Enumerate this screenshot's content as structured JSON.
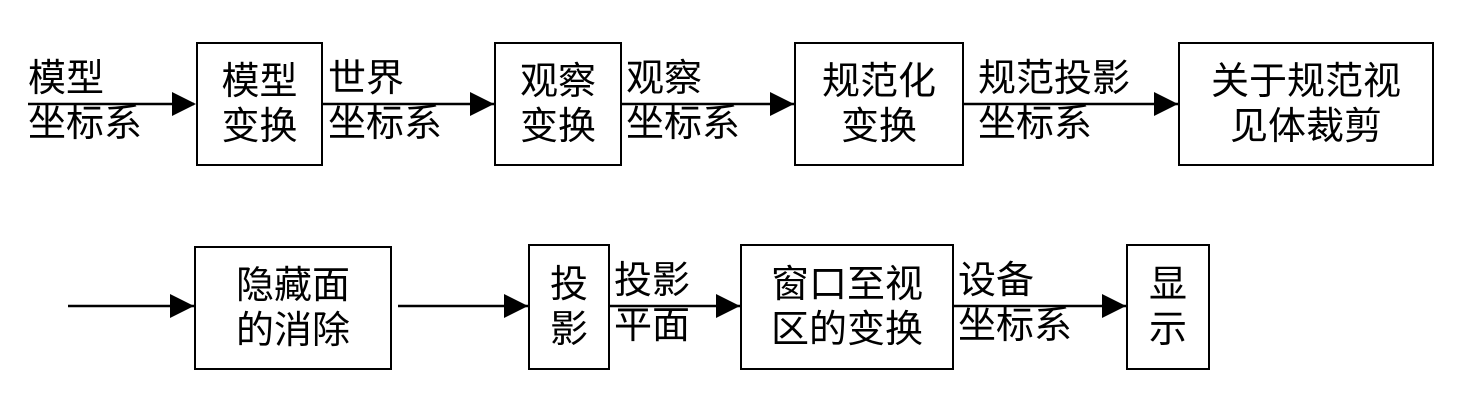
{
  "boxes": {
    "model_transform": [
      "模型",
      "变换"
    ],
    "view_transform": [
      "观察",
      "变换"
    ],
    "normalize_transform": [
      "规范化",
      "变换"
    ],
    "clipping": [
      "关于规范视",
      "见体裁剪"
    ],
    "hidden_surface": [
      "隐藏面",
      "的消除"
    ],
    "projection": [
      "投",
      "影"
    ],
    "window_viewport": [
      "窗口至视",
      "区的变换"
    ],
    "display": [
      "显",
      "示"
    ]
  },
  "labels": {
    "model_coords": [
      "模型",
      "坐标系"
    ],
    "world_coords": [
      "世界",
      "坐标系"
    ],
    "view_coords": [
      "观察",
      "坐标系"
    ],
    "normalized_projection_coords": [
      "规范投影",
      "坐标系"
    ],
    "projection_plane": [
      "投影",
      "平面"
    ],
    "device_coords": [
      "设备",
      "坐标系"
    ]
  }
}
